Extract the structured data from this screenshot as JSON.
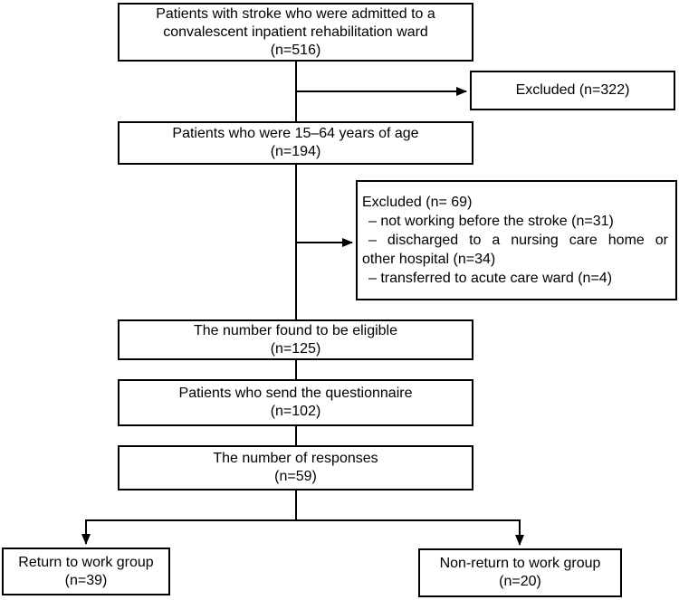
{
  "figure": {
    "background": "#ffffff",
    "line_color": "#000000",
    "description": "Patient selection flow diagram"
  },
  "boxes": {
    "admitted": {
      "lines": [
        "Patients with stroke who were admitted to a",
        "convalescent inpatient rehabilitation ward",
        "(n=516)"
      ]
    },
    "excluded_first": {
      "label": "Excluded (n=322)"
    },
    "age": {
      "lines": [
        "Patients who were 15–64 years of age",
        "(n=194)"
      ]
    },
    "excluded_second": {
      "title": "Excluded (n= 69)",
      "item1": "– not working before the stroke (n=31)",
      "item2_line1": "– discharged to a nursing care home or",
      "item2_line2": "other hospital (n=34)",
      "item3": "– transferred to acute care ward (n=4)"
    },
    "eligible": {
      "lines": [
        "The number found to be eligible",
        "(n=125)"
      ]
    },
    "questionnaire": {
      "lines": [
        "Patients who send the questionnaire",
        "(n=102)"
      ]
    },
    "responses": {
      "lines": [
        "The number of responses",
        "(n=59)"
      ]
    },
    "return_group": {
      "lines": [
        "Return to work group",
        "(n=39)"
      ]
    },
    "non_return_group": {
      "lines": [
        "Non-return to work group",
        "(n=20)"
      ]
    }
  }
}
